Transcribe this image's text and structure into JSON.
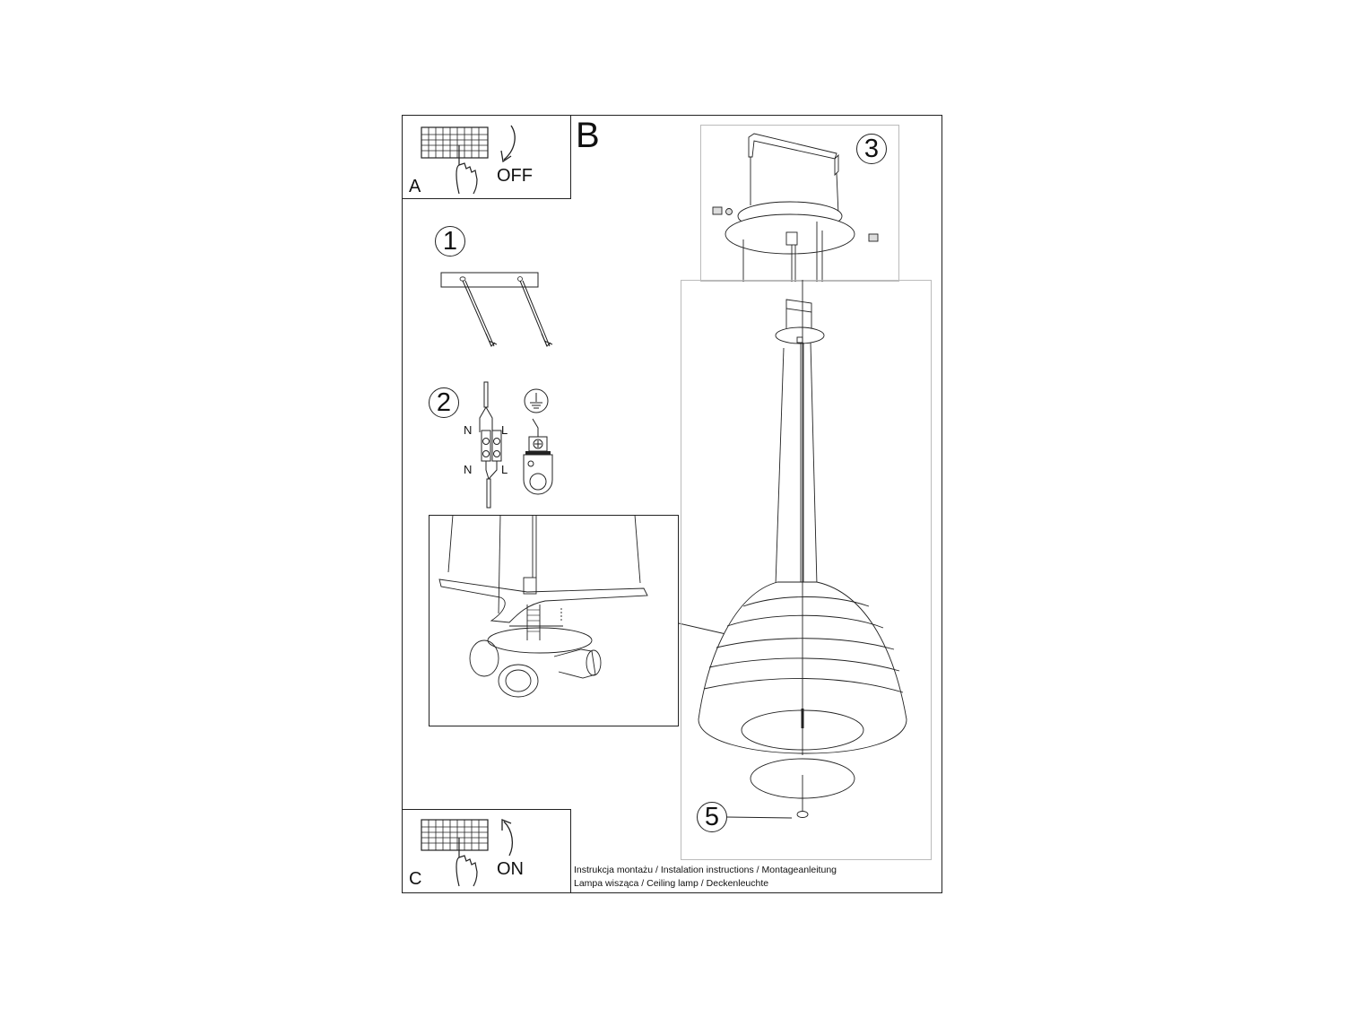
{
  "steps": {
    "A": {
      "label": "A",
      "action": "OFF",
      "icon": "circuit-breaker-hand-icon"
    },
    "B": {
      "label": "B"
    },
    "C": {
      "label": "C",
      "action": "ON",
      "icon": "circuit-breaker-hand-icon"
    }
  },
  "numbers": {
    "step1": "1",
    "step2": "2",
    "step3": "3",
    "step5": "5"
  },
  "wiring": {
    "neutral_top": "N",
    "live_top": "L",
    "neutral_bottom": "N",
    "live_bottom": "L",
    "ground_icon": "ground-symbol-icon"
  },
  "caption": {
    "line1": "Instrukcja montażu / Instalation instructions / Montageanleitung",
    "line2": "Lampa wisząca / Ceiling lamp / Deckenleuchte"
  }
}
